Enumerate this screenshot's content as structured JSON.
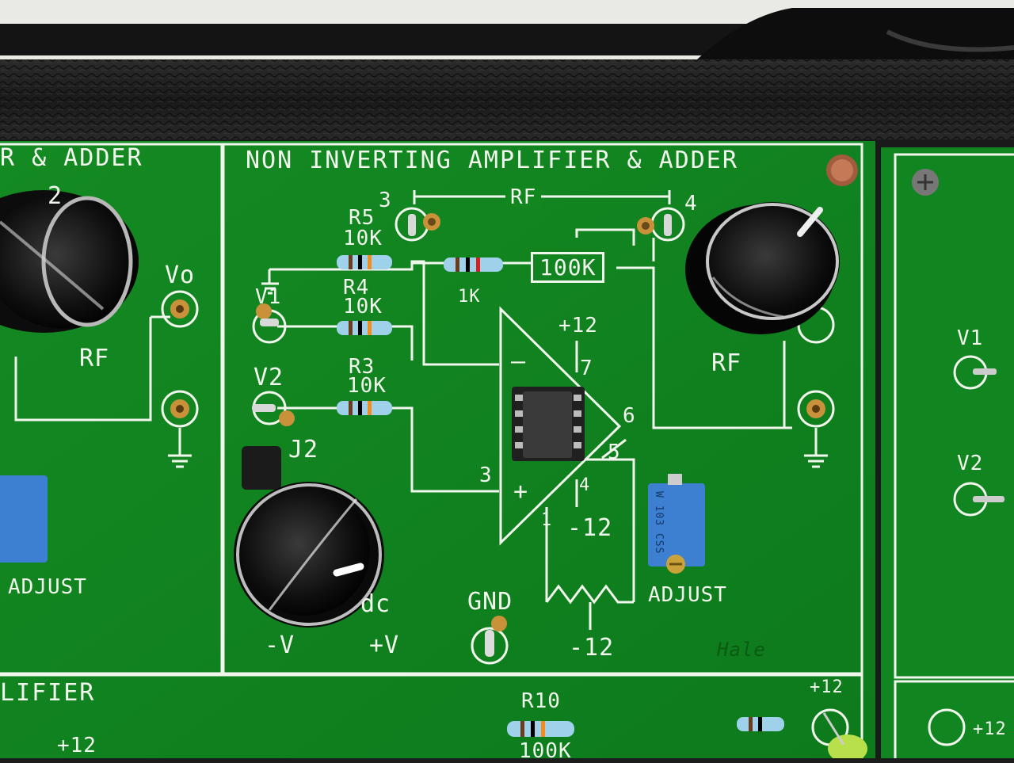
{
  "board": {
    "main_title": "NON INVERTING AMPLIFIER & ADDER",
    "left_title": "R & ADDER",
    "bottom_left_title": "LIFIER",
    "rf_bracket": "RF",
    "pin3_label": "3",
    "pin4_label": "4",
    "r5_name": "R5",
    "r5_value": "10K",
    "r4_name": "R4",
    "r4_value": "10K",
    "r3_name": "R3",
    "r3_value": "10K",
    "pot_value": "100K",
    "r_1k": "1K",
    "v1": "V1",
    "v2": "V2",
    "j2": "J2",
    "plus12": "+12",
    "minus12_pin4": "-12",
    "minus12_bottom": "-12",
    "pin7": "7",
    "pin6": "6",
    "pin5": "5",
    "pin4_chip": "4",
    "pin3_chip": "3",
    "pin1": "1",
    "minus_sign": "—",
    "plus_sign": "+",
    "rf_right": "RF",
    "rf_left": "RF",
    "vo_left": "Vo",
    "adjust_right": "ADJUST",
    "adjust_left": "ADJUST",
    "gnd": "GND",
    "dc": "dc",
    "neg_v": "-V",
    "pos_v": "+V",
    "r10_name": "R10",
    "r10_value": "100K",
    "plus12_bottom_right": "+12",
    "right_v1": "V1",
    "right_v2": "V2",
    "plus12_far_right": "+12",
    "plus12_bottom_left": "+12",
    "left_digit_2": "2",
    "trimmer_code": "W 103 CSS",
    "marker_scribble": "Hale"
  },
  "colors": {
    "pcb_green": "#11851f",
    "pcb_dark": "#0b6a17",
    "silkscreen": "#f2f7ee",
    "case_black": "#1d1d1d",
    "trimmer_blue": "#3d7fd0",
    "gold": "#c9923a"
  }
}
